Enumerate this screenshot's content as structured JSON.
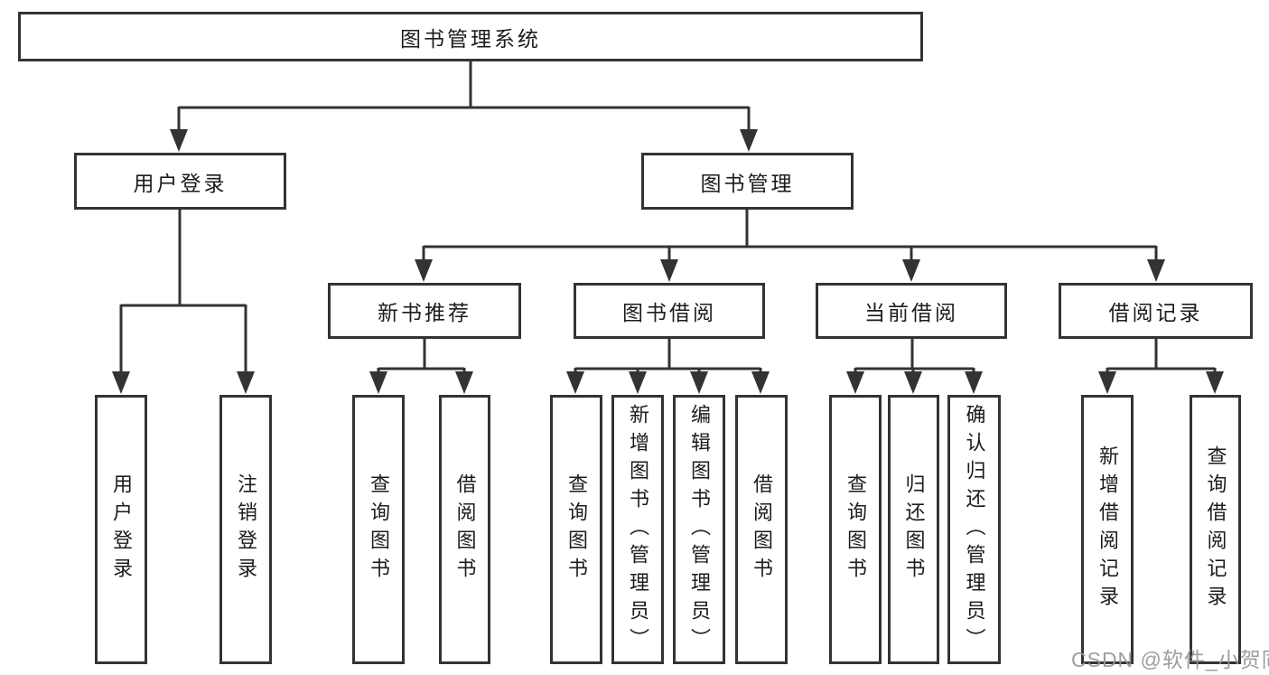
{
  "tree": {
    "root": "图书管理系统",
    "login": {
      "label": "用户登录",
      "children": [
        "用户登录",
        "注销登录"
      ]
    },
    "mgmt": {
      "label": "图书管理",
      "sections": [
        {
          "label": "新书推荐",
          "children": [
            "查询图书",
            "借阅图书"
          ]
        },
        {
          "label": "图书借阅",
          "children": [
            "查询图书",
            "新增图书（管理员）",
            "编辑图书（管理员）",
            "借阅图书"
          ]
        },
        {
          "label": "当前借阅",
          "children": [
            "查询图书",
            "归还图书",
            "确认归还（管理员）"
          ]
        },
        {
          "label": "借阅记录",
          "children": [
            "新增借阅记录",
            "查询借阅记录"
          ]
        }
      ]
    }
  },
  "watermark": {
    "text": "CSDN @软件_小贺同学"
  },
  "colors": {
    "line": "#333333",
    "text": "#1c1c1c",
    "background": "#ffffff",
    "watermark": "#949494"
  }
}
